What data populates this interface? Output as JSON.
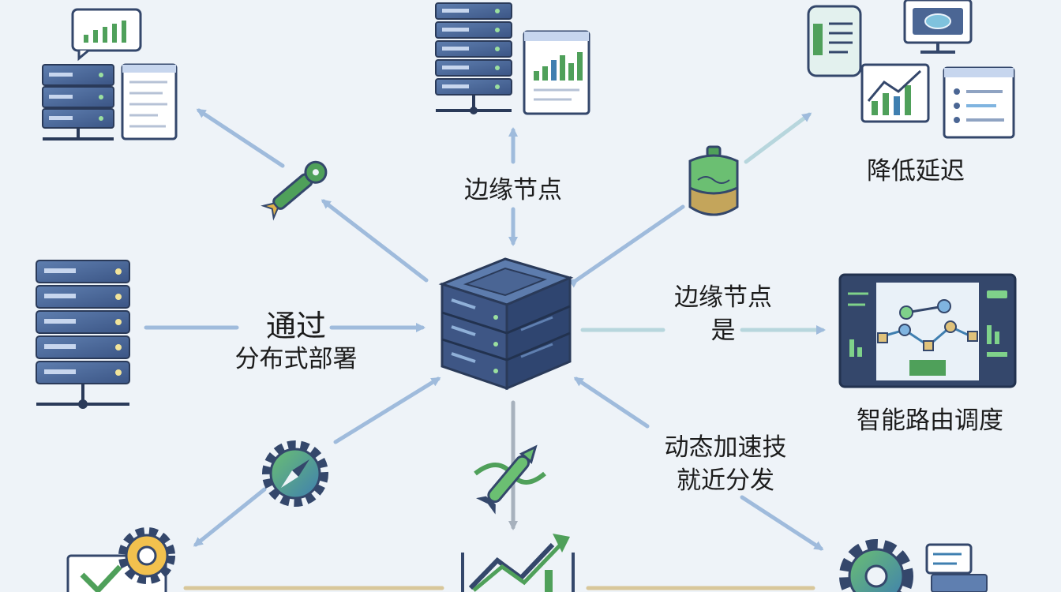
{
  "labels": {
    "top_edge_node": "边缘节点",
    "reduce_latency": "降低延迟",
    "via": "通过",
    "distributed_deploy": "分布式部署",
    "right_edge_node": "边缘节点",
    "right_is": "是",
    "smart_routing": "智能路由调度",
    "dynamic_accel": "动态加速技",
    "nearby_distribution": "就近分发"
  },
  "colors": {
    "background": "#eef3f8",
    "server_dark": "#34476b",
    "server_mid": "#4b6694",
    "accent_green": "#4fa05a",
    "arrow_blue": "#9fbbdc",
    "arrow_gray": "#a7b1bd"
  },
  "icons": [
    "server-chart-icon",
    "server-report-icon",
    "dashboard-charts-icon",
    "server-rack-icon",
    "central-server-icon",
    "monitor-network-icon",
    "gear-check-icon",
    "growth-chart-icon",
    "gear-sync-icon",
    "wrench-icon",
    "battery-icon",
    "compass-gear-icon",
    "rocket-icon"
  ]
}
